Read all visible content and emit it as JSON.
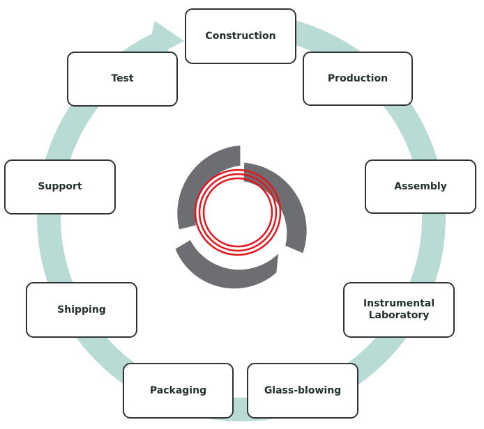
{
  "colors": {
    "cycle_ring": "#b9dbd6",
    "box_border": "#2f3333",
    "box_text": "#243030",
    "logo_gray": "#6d6e71",
    "logo_red": "#e3141c"
  },
  "center_logo": {
    "icon": "company-logo-icon"
  },
  "stages": [
    {
      "label": "Construction"
    },
    {
      "label": "Production"
    },
    {
      "label": "Assembly"
    },
    {
      "label": "Instrumental\nLaboratory"
    },
    {
      "label": "Glass-blowing"
    },
    {
      "label": "Packaging"
    },
    {
      "label": "Shipping"
    },
    {
      "label": "Support"
    },
    {
      "label": "Test"
    }
  ]
}
